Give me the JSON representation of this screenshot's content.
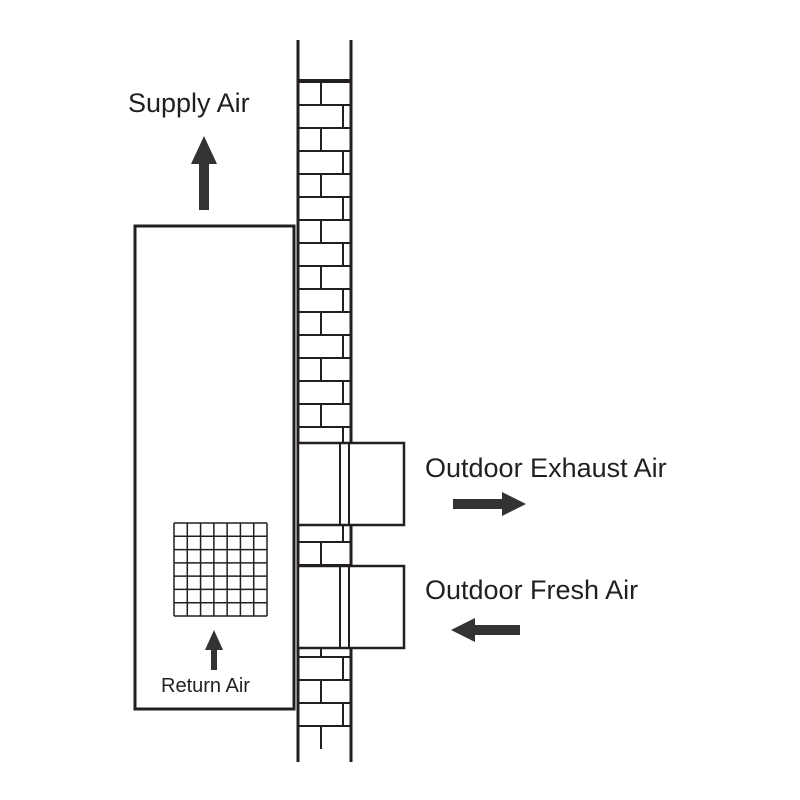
{
  "labels": {
    "supply_air": "Supply Air",
    "outdoor_exhaust_air": "Outdoor Exhaust Air",
    "outdoor_fresh_air": "Outdoor Fresh Air",
    "return_air": "Return Air"
  },
  "colors": {
    "stroke": "#231f20",
    "arrow": "#333333",
    "background": "#ffffff"
  },
  "icons": {
    "supply_arrow": "arrow-up-icon",
    "exhaust_arrow": "arrow-right-icon",
    "fresh_arrow": "arrow-left-icon",
    "return_arrow": "arrow-up-icon",
    "return_grille": "grille-icon"
  }
}
